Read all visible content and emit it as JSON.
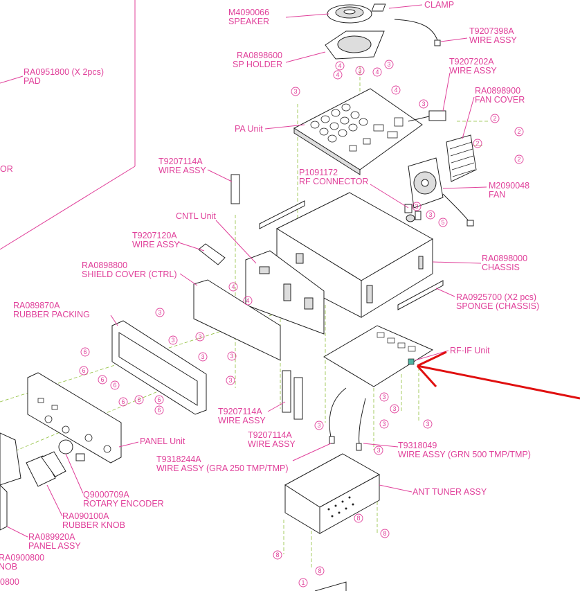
{
  "colors": {
    "label": "#e0409a",
    "pointer": "#e01010",
    "guide": "#8fbf3a",
    "part": "#222222"
  },
  "labels": {
    "speaker_code": "M4090066",
    "speaker_name": "SPEAKER",
    "clamp": "CLAMP",
    "wire1_code": "T9207398A",
    "wire1_name": "WIRE ASSY",
    "spholder_code": "RA0898600",
    "spholder_name": "SP HOLDER",
    "wire2_code": "T9207202A",
    "wire2_name": "WIRE ASSY",
    "pad_code": "RA0951800 (X 2pcs)",
    "pad_name": "PAD",
    "fancover_code": "RA0898900",
    "fancover_name": "FAN COVER",
    "pa_unit": "PA Unit",
    "or_fragment": "OR",
    "wire3_code": "T9207114A",
    "wire3_name": "WIRE ASSY",
    "rfconn_code": "P1091172",
    "rfconn_name": "RF CONNECTOR",
    "fan_code": "M2090048",
    "fan_name": "FAN",
    "cntl_unit": "CNTL Unit",
    "wire4_code": "T9207120A",
    "wire4_name": "WIRE ASSY",
    "chassis_code": "RA0898000",
    "chassis_name": "CHASSIS",
    "shield_code": "RA0898800",
    "shield_name": "SHIELD COVER (CTRL)",
    "sponge_code": "RA0925700 (X2 pcs)",
    "sponge_name": "SPONGE (CHASSIS)",
    "packing_code": "RA089870A",
    "packing_name": "RUBBER PACKING",
    "rfif_unit": "RF-IF Unit",
    "wire5_code": "T9207114A",
    "wire5_name": "WIRE ASSY",
    "wire6_code": "T9207114A",
    "wire6_name": "WIRE ASSY",
    "panel_unit": "PANEL Unit",
    "wire7_code": "T9318049",
    "wire7_name": "WIRE ASSY (GRN 500 TMP/TMP)",
    "wire8_code": "T9318244A",
    "wire8_name": "WIRE ASSY (GRA 250 TMP/TMP)",
    "ant_tuner": "ANT TUNER ASSY",
    "encoder_code": "Q9000709A",
    "encoder_name": "ROTARY ENCODER",
    "knob_code": "RA090100A",
    "knob_name": "RUBBER KNOB",
    "panelassy_code": "RA089920A",
    "panelassy_name": "PANEL ASSY",
    "knob2_code": "RA0900800",
    "knob2_name": "NOB",
    "bottom_fragment": "0800"
  },
  "screw_numbers": [
    "1",
    "2",
    "3",
    "4",
    "5",
    "6",
    "8"
  ]
}
